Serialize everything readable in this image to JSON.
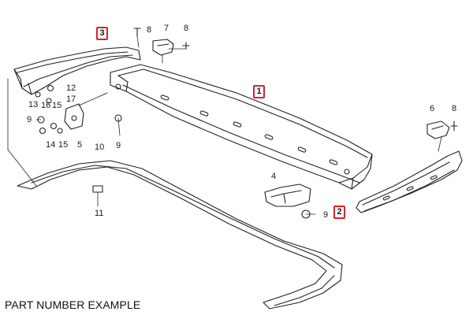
{
  "caption": "PART NUMBER EXAMPLE",
  "highlight_color": "#d9232a",
  "callouts": {
    "c1": "1",
    "c2": "2",
    "c3": "3"
  },
  "labels": {
    "n4": "4",
    "n5": "5",
    "n6": "6",
    "n7": "7",
    "n8a": "8",
    "n8b": "8",
    "n8c": "8",
    "n9a": "9",
    "n9b": "9",
    "n9c": "9",
    "n10": "10",
    "n11": "11",
    "n12": "12",
    "n13": "13",
    "n14": "14",
    "n15": "15",
    "n16": "16",
    "n17": "17"
  }
}
